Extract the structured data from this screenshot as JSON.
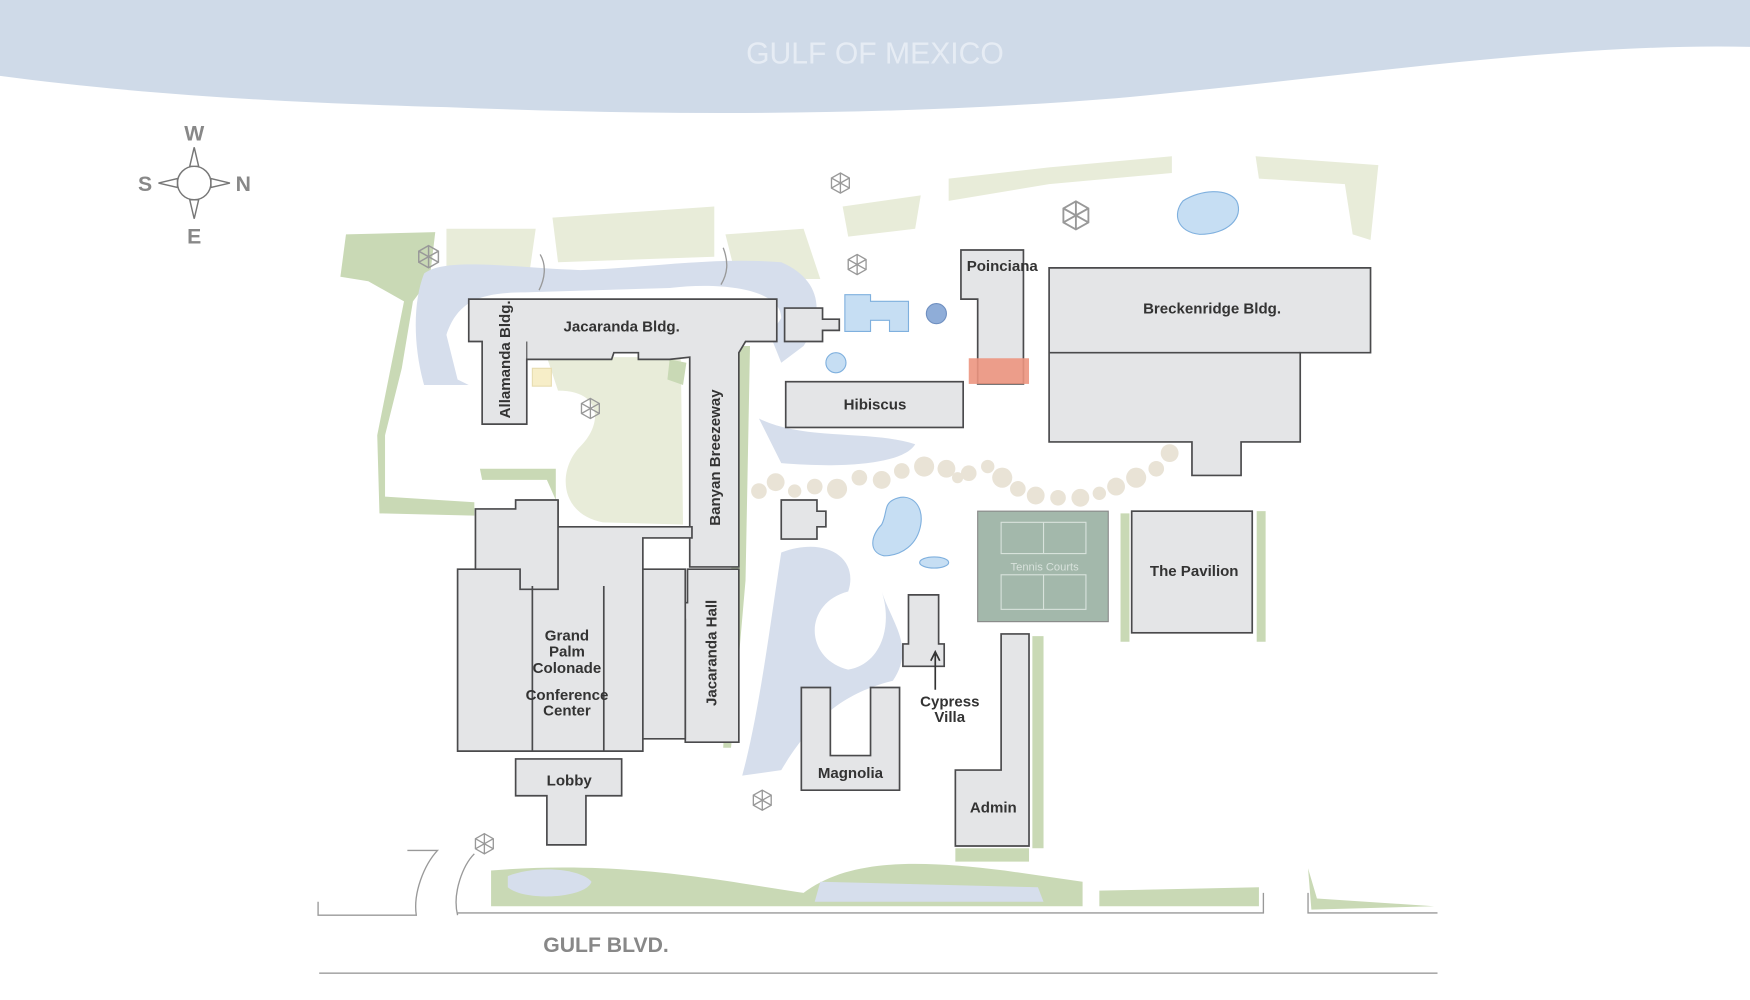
{
  "map": {
    "water_label": "GULF OF MEXICO",
    "road_label": "GULF BLVD.",
    "compass": {
      "north": "N",
      "south": "S",
      "east": "E",
      "west": "W"
    },
    "buildings": {
      "jacaranda_bldg": "Jacaranda Bldg.",
      "allamanda_bldg": "Allamanda Bldg.",
      "banyan_breezeway": "Banyan Breezeway",
      "jacaranda_hall": "Jacaranda Hall",
      "grand_palm_line1": "Grand",
      "grand_palm_line2": "Palm",
      "grand_palm_line3": "Colonade",
      "conference_line1": "Conference",
      "conference_line2": "Center",
      "lobby": "Lobby",
      "poinciana": "Poinciana",
      "breckenridge": "Breckenridge Bldg.",
      "hibiscus": "Hibiscus",
      "tennis_courts": "Tennis Courts",
      "pavilion": "The Pavilion",
      "cypress_line1": "Cypress",
      "cypress_line2": "Villa",
      "magnolia": "Magnolia",
      "admin": "Admin"
    },
    "colors": {
      "water": "#cfdae8",
      "building": "#e4e5e7",
      "tennis": "#a3b8ab",
      "highlight": "#ec9580"
    }
  }
}
